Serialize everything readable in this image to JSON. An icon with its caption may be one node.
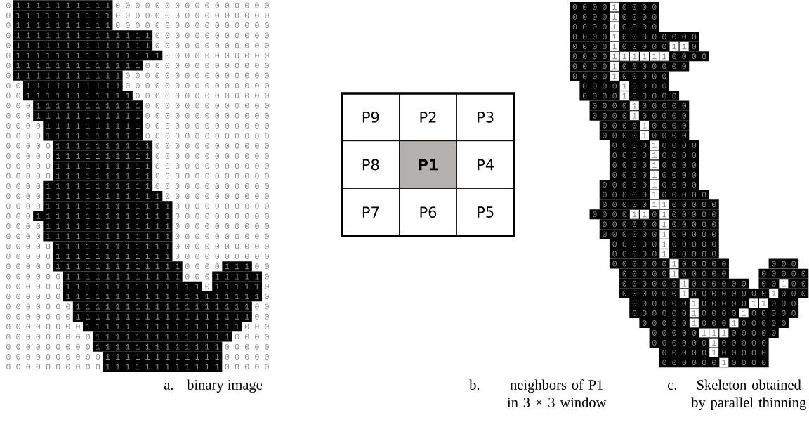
{
  "diagram": {
    "labels": [
      "0 1 1 1 1 1 1 1 1 1 1 0 0 0 0 0 0 0 0 0 0 0 0 0 0 0 0",
      "0 1 1 1 1 1 1 1 1 1 1 0 0 0 0 0 0 0 0 0 0 0 0 0 0 0 0",
      "0 1 1 1 1 1 1 1 1 1 1 0 0 0 0 0 0 0 0 0 0 0 0 0 0 0 0",
      "0 1 1 1 1 1 1 1 1 1 1 1 1 1 1 0 0 0 0 0 0 0 0 0 0 0 0",
      "0 1 1 1 1 1 1 1 1 1 1 1 1 1 1 0 0 0 0 0 0 0 0 0 0 0 0",
      "0 1 1 1 1 1 1 1 1 1 1 1 1 1 1 1 0 0 0 0 0 0 0 0 0 0 0",
      "0 1 1 1 1 1 1 1 1 1 1 1 1 1 0 0 0 0 0 0 0 0 0 0 0 0 0",
      "0 1 1 1 1 1 1 1 1 1 1 1 0 0 0 0 0 0 0 0 0 0 0 0 0 0 0",
      "0 0 1 1 1 1 1 1 1 1 1 1 0 0 0 0 0 0 0 0 0 0 0 0 0 0 0",
      "0 0 1 1 1 1 1 1 1 1 1 1 1 0 0 0 0 0 0 0 0 0 0 0 0 0 0",
      "0 0 0 1 1 1 1 1 1 1 1 1 1 1 0 0 0 0 0 0 0 0 0 0 0 0 0",
      "0 0 0 1 1 1 1 1 1 1 1 1 1 1 0 0 0 0 0 0 0 0 0 0 0 0 0",
      "0 0 0 0 1 1 1 1 1 1 1 1 1 1 0 0 0 0 0 0 0 0 0 0 0 0 0",
      "0 0 0 0 1 1 1 1 1 1 1 1 1 1 0 0 0 0 0 0 0 0 0 0 0 0 0",
      "0 0 0 0 0 1 1 1 1 1 1 1 1 1 1 0 0 0 0 0 0 0 0 0 0 0 0",
      "0 0 0 0 0 1 1 1 1 1 1 1 1 1 1 0 0 0 0 0 0 0 0 0 0 0 0",
      "0 0 0 0 0 1 1 1 1 1 1 1 1 1 1 0 0 0 0 0 0 0 0 0 0 0 0",
      "0 0 0 0 0 1 1 1 1 1 1 1 1 1 1 0 0 0 0 0 0 0 0 0 0 0 0",
      "0 0 0 0 1 1 1 1 1 1 1 1 1 1 1 0 0 0 0 0 0 0 0 0 0 0 0",
      "0 0 0 0 1 1 1 1 1 1 1 1 1 1 1 1 0 0 0 0 0 0 0 0 0 0 0",
      "0 0 0 0 1 1 1 1 1 1 1 1 1 1 1 1 1 0 0 0 0 0 0 0 0 0 0",
      "0 0 0 1 1 1 1 1 1 1 1 1 1 1 1 1 1 0 0 0 0 0 0 0 0 0 0",
      "0 0 0 0 1 1 1 1 1 1 1 1 1 1 1 1 1 0 0 0 0 0 0 0 0 0 0",
      "0 0 0 0 1 1 1 1 1 1 1 1 1 1 1 1 1 0 0 0 0 0 0 0 0 0 0",
      "0 0 0 0 0 1 1 1 1 1 1 1 1 1 1 1 1 0 0 0 0 0 0 0 0 0 0",
      "0 0 0 0 0 1 1 1 1 1 1 1 1 1 1 1 1 0 0 0 0 0 0 0 0 0 0",
      "0 0 0 0 0 1 1 1 1 1 1 1 1 1 1 1 1 1 0 0 0 0 1 1 1 0 0",
      "0 0 0 0 0 0 1 1 1 1 1 1 1 1 1 1 1 1 0 0 0 1 1 1 1 1 0",
      "0 0 0 0 0 0 1 1 1 1 1 1 1 1 1 1 1 1 1 1 0 1 1 1 1 1 0",
      "0 0 0 0 0 0 1 1 1 1 1 1 1 1 1 1 1 1 1 1 1 1 1 1 1 1 0",
      "0 0 0 0 0 0 0 1 1 1 1 1 1 1 1 1 1 1 1 1 1 1 1 1 1 0 0",
      "0 0 0 0 0 0 0 1 1 1 1 1 1 1 1 1 1 1 1 1 1 1 1 1 1 0 0",
      "0 0 0 0 0 0 0 0 1 1 1 1 1 1 1 1 1 1 1 1 1 1 1 1 0 0 0",
      "0 0 0 0 0 0 0 0 0 1 1 1 1 1 1 1 1 1 1 1 1 1 1 0 0 0 0",
      "0 0 0 0 0 0 0 0 0 1 1 1 1 1 1 1 1 1 1 1 1 1 0 0 0 0 0",
      "0 0 0 0 0 0 0 0 0 0 1 1 1 1 1 1 1 1 1 1 1 1 0 0 0 0 0",
      "0 0 0 0 0 0 0 0 0 0 1 1 1 1 1 1 1 1 1 1 1 1 0 0 0 0 0",
      "P9",
      "P2",
      "P3",
      "P8",
      "P1",
      "P4",
      "P7",
      "P6",
      "P5",
      "0 0 0 0 1 0 0 0 0",
      "0 0 0 0 1 0 0 0 0",
      "0 0 0 0 1 0 0 0 0",
      "0 0 0 0 1 0 0 0 0 0 0 0 0",
      "0 0 0 0 1 0 0 0 0 0 1 1 0",
      "0 0 0 0 1 1 1 1 1 1 0 0 0 0",
      "0 0 0 0 1 0 0 0 0 0 0 0",
      "0 0 0 0 1 0 0 0 0 0",
      "0 0 0 0 1 0 0 0 0",
      "0 0 0 0 1 0 0 0 0 0",
      "0 0 0 0 1 0 0 0 0 0",
      "0 0 0 0 1 0 0 0 0 0",
      "0 0 0 0 1 0 0 0 0",
      "0 0 0 0 1 0 0 0 0",
      "0 0 0 0 1 0 0 0 0",
      "0 0 0 0 1 0 0 0 0",
      "0 0 0 0 1 0 0 0 0",
      "0 0 0 0 1 0 0 0 0",
      "0 0 0 0 0 1 0 0 0 0",
      "0 0 0 0 0 1 0 0 0 0 0",
      "0 0 0 0 0 1 1 0 0 0 0 0",
      "0 0 0 0 1 1 0 1 0 0 0 0 0",
      "0 0 0 0 0 0 1 0 0 0 0 0",
      "0 0 0 0 0 0 1 0 0 0 0 0",
      "0 0 0 0 0 1 0 0 0 0 0",
      "0 0 0 0 0 1 0 0 0 0 0",
      "0 0 0 0 0 0 1 0 0 0 0 0",
      "0 0 0",
      "0 0 0 0 0 1 0 0 0 0 0",
      "0 0 0 0 0",
      "0 0 0 0 0 0 1 0 0 0 0 0 0",
      "0 0 1 0 0",
      "0 0 0 0 0 0 1 0 0 0 0 0 0 0 0 1 0 0 0",
      "0 0 0 0 0 0 1 0 0 0 0 0 1 1 0 0 0",
      "0 0 0 0 0 0 1 0 0 0 0 1 0 0 0 0 0",
      "0 0 0 0 0 1 0 0 0 1 0 0 0 0 0",
      "0 0 0 0 0 1 1 1 0 0 0 0 0",
      "0 0 0 0 0 0 1 0 0 0 0 0",
      "0 0 0 0 0 1 0 0 0 0 0",
      "0 0 0 0 0 0 1 0 0 0 0",
      "a.",
      "binary image",
      "b.",
      "neighbors of P1 in 3 × 3 window",
      "c.",
      "Skeleton obtained by parallel thinning"
    ]
  }
}
